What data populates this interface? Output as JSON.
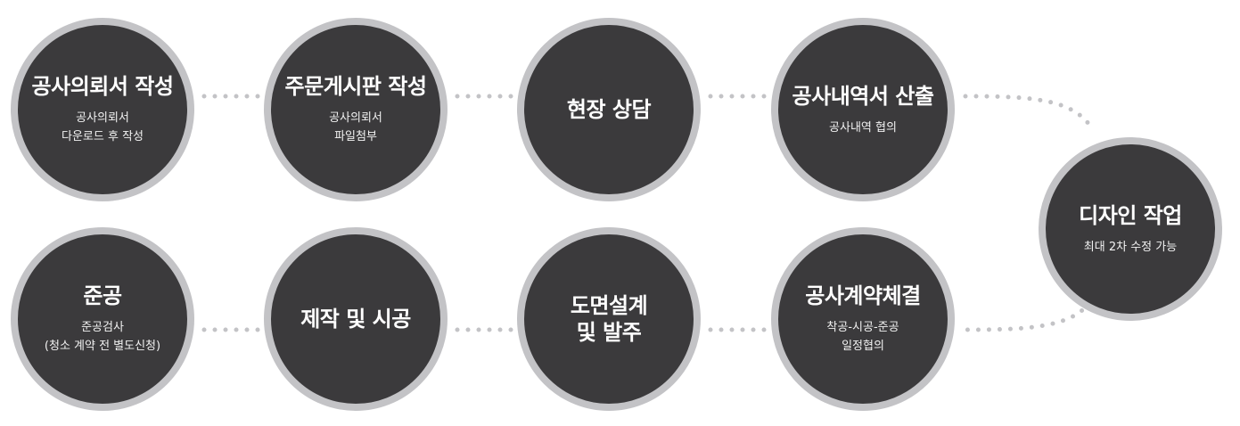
{
  "process": {
    "steps": [
      {
        "title": "공사의뢰서 작성",
        "desc": "공사의뢰서\n다운로드 후 작성"
      },
      {
        "title": "주문게시판 작성",
        "desc": "공사의뢰서\n파일첨부"
      },
      {
        "title": "현장 상담",
        "desc": ""
      },
      {
        "title": "공사내역서 산출",
        "desc": "공사내역 협의"
      },
      {
        "title": "디자인 작업",
        "desc": "최대 2차 수정 가능"
      },
      {
        "title": "공사계약체결",
        "desc": "착공-시공-준공\n일정협의"
      },
      {
        "title": "도면설계\n및 발주",
        "desc": ""
      },
      {
        "title": "제작 및 시공",
        "desc": ""
      },
      {
        "title": "준공",
        "desc": "준공검사\n(청소 계약 전 별도신청)"
      }
    ]
  },
  "colors": {
    "circle_fill": "#3b3a3c",
    "circle_border": "#c3c3c6",
    "connector_dots": "#c3c3c6",
    "text": "#ffffff"
  }
}
